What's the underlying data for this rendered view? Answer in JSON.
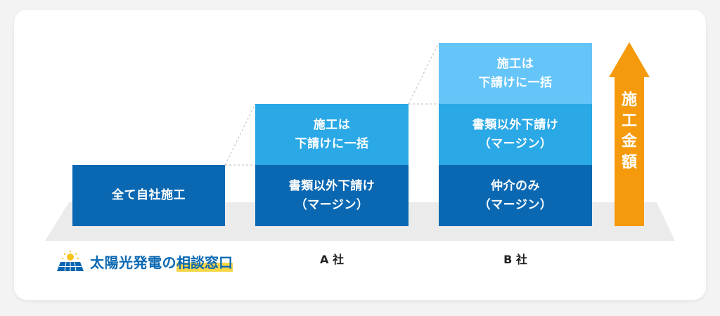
{
  "columns": [
    {
      "id": "own",
      "label": "",
      "blocks": [
        {
          "tier": "dark",
          "text": "全て自社施工"
        }
      ]
    },
    {
      "id": "a",
      "label": "A 社",
      "blocks": [
        {
          "tier": "dark",
          "text": "書類以外下請け\n（マージン）"
        },
        {
          "tier": "mid",
          "text": "施工は\n下請けに一括"
        }
      ]
    },
    {
      "id": "b",
      "label": "B 社",
      "blocks": [
        {
          "tier": "dark",
          "text": "仲介のみ\n（マージン）"
        },
        {
          "tier": "mid",
          "text": "書類以外下請け\n（マージン）"
        },
        {
          "tier": "light",
          "text": "施工は\n下請けに一括"
        }
      ]
    }
  ],
  "arrow": {
    "text": "施\n工\n金\n額",
    "color": "#f59a0c"
  },
  "logo": {
    "main": "太陽光発電の",
    "highlight": "相談窓口"
  },
  "colors": {
    "dark": "#0a68b2",
    "mid": "#2ba8e6",
    "light": "#66c5f8",
    "arrow": "#f59a0c"
  }
}
